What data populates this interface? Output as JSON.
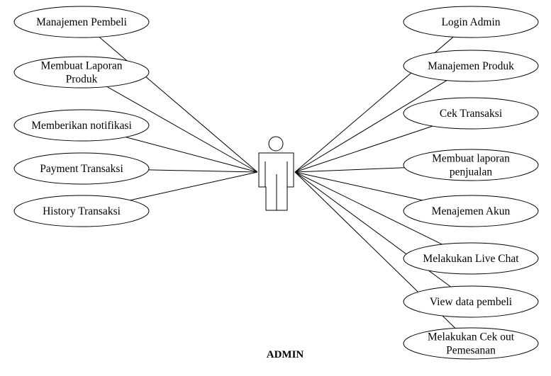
{
  "actor": {
    "name": "ADMIN"
  },
  "left_use_cases": [
    {
      "lines": [
        "Manajemen Pembeli"
      ]
    },
    {
      "lines": [
        "Membuat Laporan",
        "Produk"
      ]
    },
    {
      "lines": [
        "Memberikan notifikasi"
      ]
    },
    {
      "lines": [
        "Payment Transaksi"
      ]
    },
    {
      "lines": [
        "History Transaksi"
      ]
    }
  ],
  "right_use_cases": [
    {
      "lines": [
        "Login Admin"
      ]
    },
    {
      "lines": [
        "Manajemen Produk"
      ]
    },
    {
      "lines": [
        "Cek Transaksi"
      ]
    },
    {
      "lines": [
        "Membuat laporan",
        "penjualan"
      ]
    },
    {
      "lines": [
        "Menajemen Akun"
      ]
    },
    {
      "lines": [
        "Melakukan Live Chat"
      ]
    },
    {
      "lines": [
        "View data pembeli"
      ]
    },
    {
      "lines": [
        "Melakukan Cek out",
        "Pemesanan"
      ]
    }
  ]
}
